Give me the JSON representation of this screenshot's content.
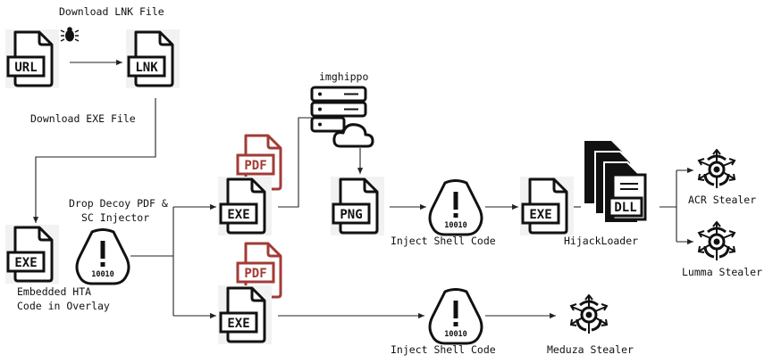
{
  "labels": {
    "download_lnk": "Download LNK File",
    "download_exe": "Download EXE File",
    "imghippo": "imghippo",
    "drop_decoy_1": "Drop Decoy PDF &",
    "drop_decoy_2": "SC Injector",
    "embedded_1": "Embedded HTA",
    "embedded_2": "Code in Overlay",
    "inject_top": "Inject Shell Code",
    "inject_bottom": "Inject Shell Code",
    "hijackloader": "HijackLoader",
    "acr_stealer": "ACR Stealer",
    "lumma_stealer": "Lumma Stealer",
    "meduza_stealer": "Meduza Stealer"
  },
  "files": {
    "url": "URL",
    "lnk": "LNK",
    "exe": "EXE",
    "pdf": "PDF",
    "png": "PNG",
    "dll": "DLL"
  },
  "warn_code": "10010",
  "icons": {
    "bug": "bug-icon",
    "server": "server-cloud-icon",
    "warning": "warning-file-icon",
    "stealer": "biohazard-stealer-icon"
  },
  "colors": {
    "pdf_red": "#a23b36",
    "ink": "#111111"
  }
}
